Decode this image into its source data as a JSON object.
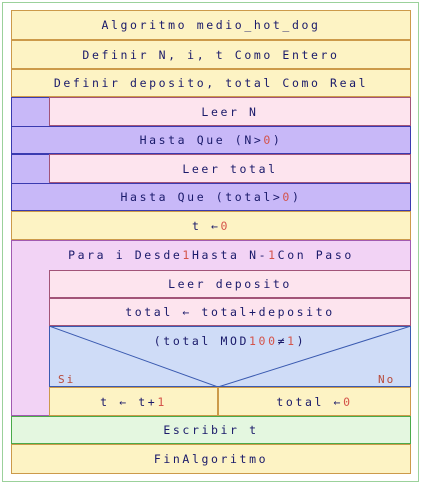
{
  "title": "Algoritmo medio_hot_dog",
  "lines": {
    "def1": "Definir N, i, t Como Entero",
    "def2": "Definir deposito, total Como Real",
    "repeat1_body": "Leer N",
    "repeat1_until": "Hasta Que (N>0)",
    "repeat2_body": "Leer total",
    "repeat2_until": "Hasta Que (total>0)",
    "assign_total": "t ← 0",
    "for_header": "Para i Desde 1 Hasta N-1 Con Paso",
    "for_read": "Leer deposito",
    "for_sum": "total ← total+deposito",
    "if_condition": "(total MOD 100≠1)",
    "if_yes_label": "Si",
    "if_no_label": "No",
    "if_yes_action": "t ← t+1",
    "if_no_action": "total ← 0",
    "write": "Escribir t",
    "end": "FinAlgoritmo"
  },
  "colors": {
    "general": "#fdf3c4",
    "read": "#fde4ee",
    "repeat": "#c8b8f8",
    "for": "#f2d3f5",
    "output": "#e4f7e0",
    "condition": "#cfdcf7"
  }
}
